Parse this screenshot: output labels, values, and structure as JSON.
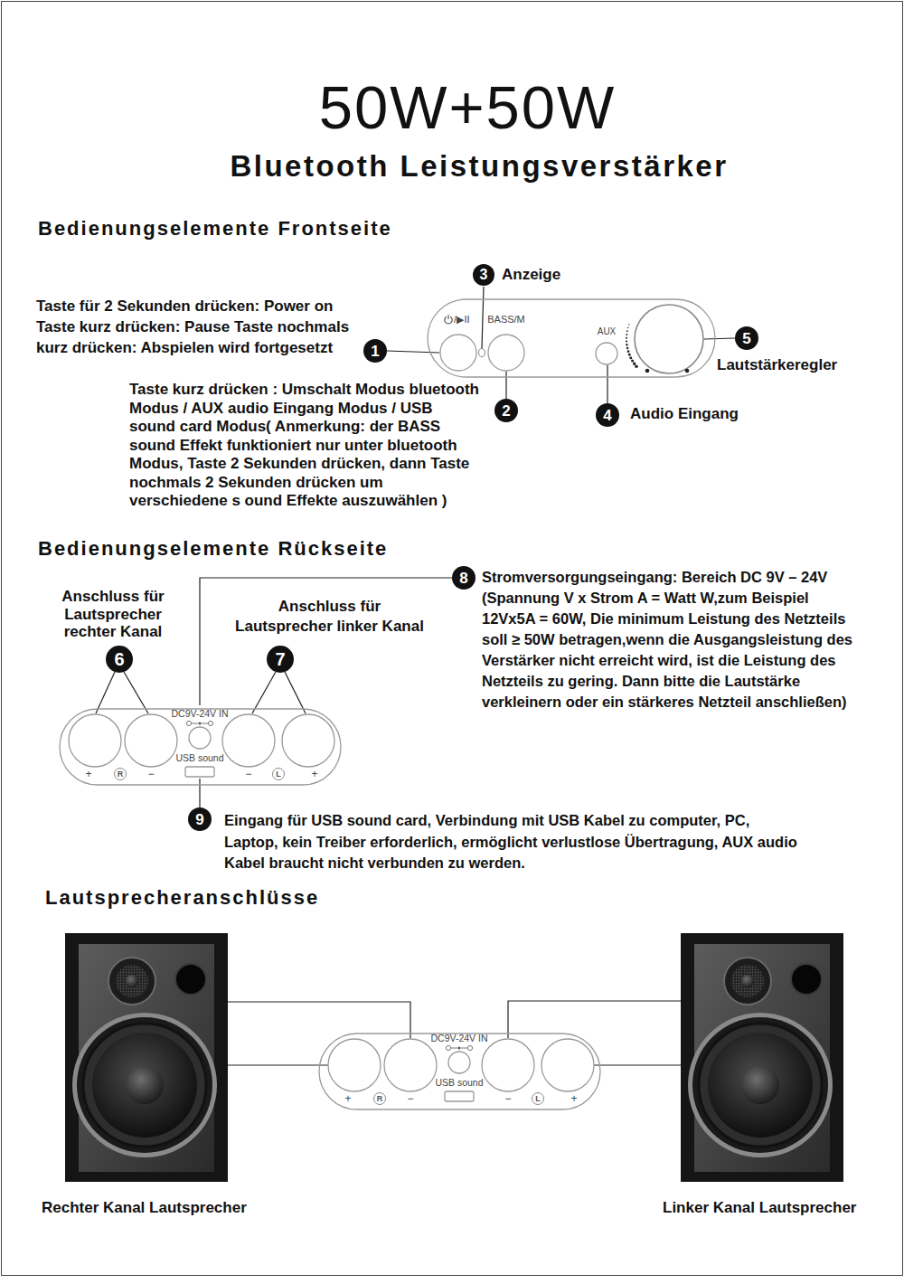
{
  "diagram": {
    "title": "50W+50W",
    "nodes": [
      {
        "text": [
          "/▶II",
          "BASS/M",
          "AUX"
        ]
      },
      {
        "text": [
          "DC9V-24V IN",
          "USB sound",
          "+",
          "−",
          "−",
          "+"
        ]
      },
      {
        "text": [
          "R"
        ],
        "in": 1
      },
      {
        "text": [
          "L"
        ],
        "in": 1
      },
      {
        "text": [
          "DC9V-24V IN",
          "USB sound",
          "+",
          "−",
          "−",
          "+"
        ]
      },
      {
        "text": [
          "R"
        ],
        "in": 4
      },
      {
        "text": [
          "L"
        ],
        "in": 4
      }
    ],
    "labels": [
      "Bluetooth Leistungsverstärker",
      "Bedienungselemente Frontseite",
      "3",
      "Anzeige",
      "Taste für 2 Sekunden drücken: Power on Taste kurz drücken: Pause Taste nochmals kurz drücken: Abspielen wird fortgesetzt",
      "1",
      "5",
      "Lautstärkeregler",
      "Taste kurz drücken : Umschalt Modus bluetooth Modus / AUX audio Eingang Modus / USB sound card Modus( Anmerkung: der BASS sound Effekt funktioniert nur unter bluetooth Modus, Taste 2 Sekunden drücken, dann Taste nochmals 2 Sekunden drücken um verschiedene s ound Effekte auszuwählen )",
      "2",
      "4",
      "Audio Eingang",
      "Bedienungselemente Rückseite",
      "Anschluss für Lautsprecher rechter Kanal",
      "6",
      "Anschluss für Lautsprecher linker Kanal",
      "7",
      "8",
      "Stromversorgungseingang: Bereich DC 9V – 24V (Spannung V x Strom A = Watt W,zum Beispiel 12Vx5A = 60W, Die minimum Leistung des Netzteils soll ≥ 50W betragen,wenn die Ausgangsleistung des Verstärker nicht erreicht wird, ist die Leistung des Netzteils zu gering. Dann bitte die Lautstärke verkleinern oder ein stärkeres Netzteil anschließen)",
      "9",
      "Eingang für USB sound card, Verbindung mit USB Kabel zu computer, PC, Laptop, kein Treiber erforderlich, ermöglicht verlustlose Übertragung, AUX audio Kabel braucht nicht verbunden zu werden.",
      "Lautsprecheranschlüsse",
      "Rechter Kanal Lautsprecher",
      "Linker Kanal Lautsprecher"
    ]
  }
}
